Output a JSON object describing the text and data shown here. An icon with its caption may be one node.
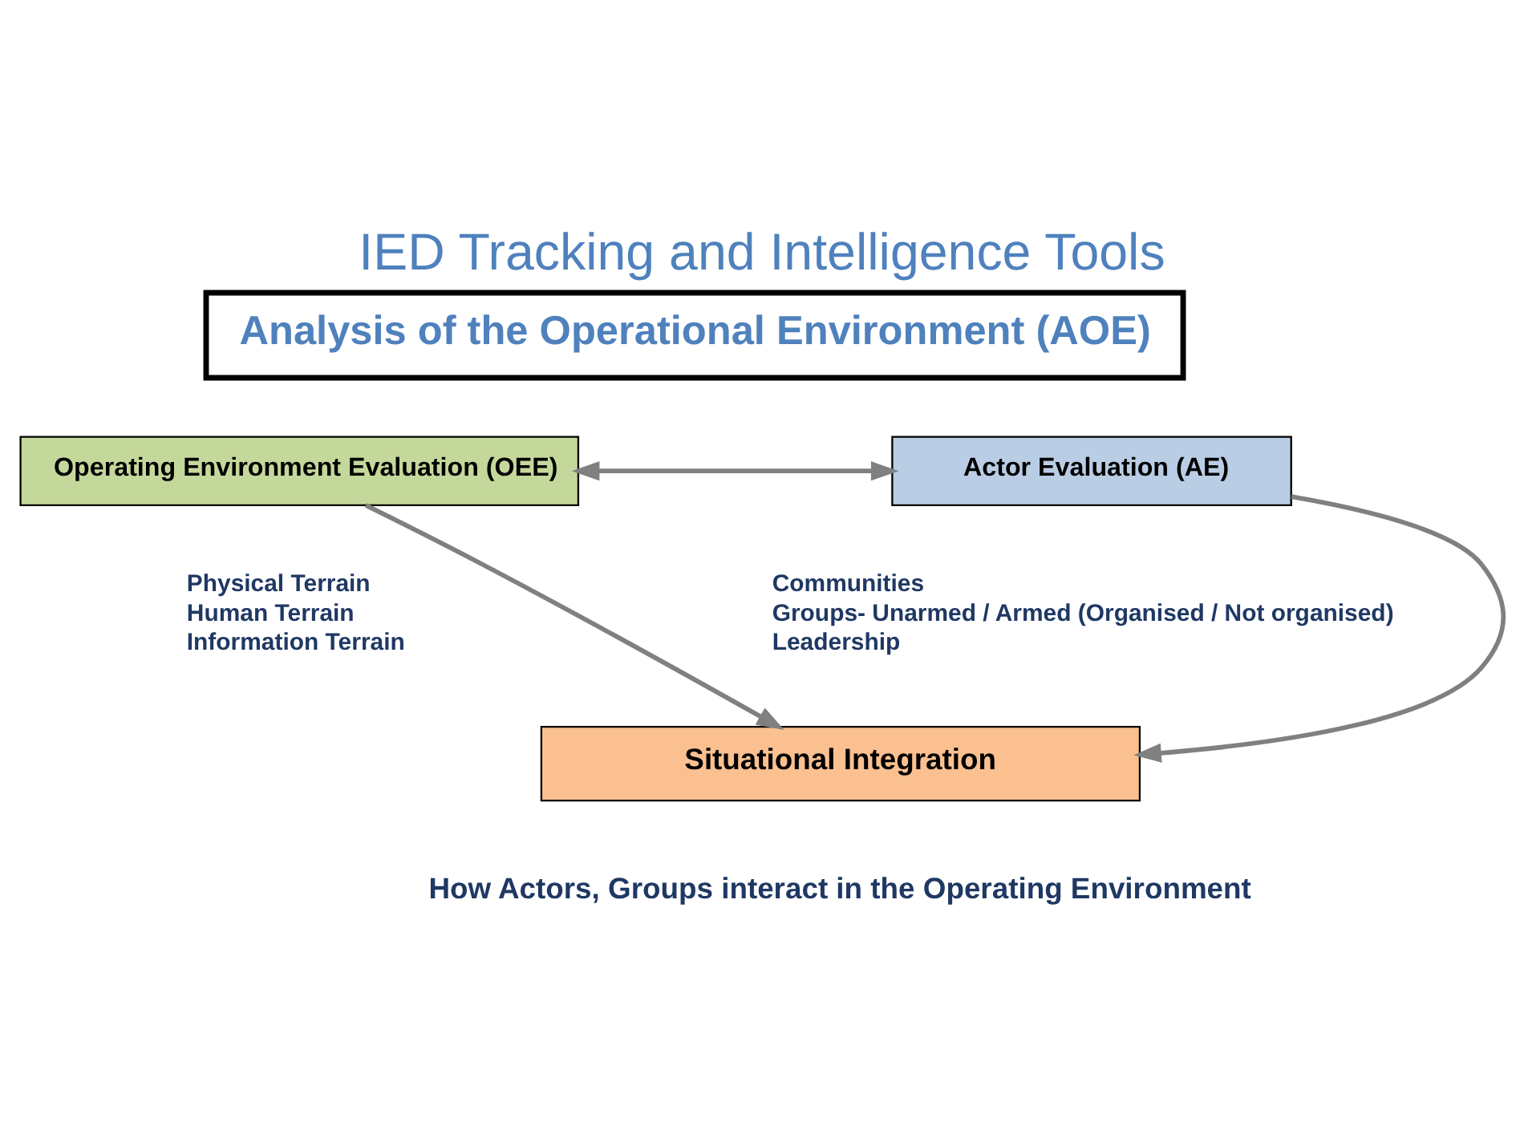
{
  "diagram": {
    "title": "IED Tracking and Intelligence Tools",
    "nodes": [
      {
        "text": [
          "Analysis of the Operational Environment (AOE)"
        ]
      },
      {
        "text": [
          "Operating Environment Evaluation (OEE)"
        ],
        "beside": [
          "Physical Terrain",
          "Human Terrain",
          "Information Terrain"
        ]
      },
      {
        "text": [
          "Actor Evaluation (AE)"
        ],
        "beside": [
          "Communities",
          "Groups- Unarmed / Armed (Organised / Not organised)",
          "Leadership"
        ]
      },
      {
        "text": [
          "Situational Integration"
        ],
        "beside": [
          "How Actors, Groups interact in the Operating Environment"
        ]
      }
    ],
    "edges": [
      {
        "from": 1,
        "to": 2,
        "arrow": "both"
      },
      {
        "from": 1,
        "to": 3,
        "arrow": "to"
      },
      {
        "from": 2,
        "to": 3,
        "arrow": "to"
      }
    ]
  }
}
